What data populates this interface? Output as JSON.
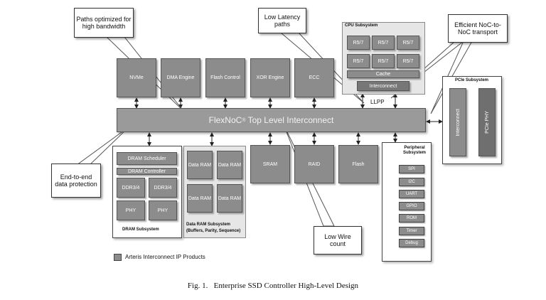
{
  "callouts": {
    "paths": "Paths optimized for high bandwidth",
    "low_latency": "Low Latency paths",
    "noc": "Efficient NoC-to-NoC transport",
    "e2e": "End-to-end data protection",
    "low_wire": "Low Wire count"
  },
  "top_blocks": [
    "NVMe",
    "DMA Engine",
    "Flash Control",
    "XOR Engine",
    "ECC"
  ],
  "cpu": {
    "title": "CPU Subsystem",
    "cores": [
      "R5/7",
      "R5/7",
      "R5/7",
      "R5/7",
      "R5/7",
      "R5/7"
    ],
    "cache": "Cache",
    "interconnect": "Interconnect",
    "llpp": "LLPP"
  },
  "pcie": {
    "title": "PCIe Subsystem",
    "interconnect": "Interconnect",
    "phy": "PCIe PHY"
  },
  "flexnoc": {
    "name": "FlexNoC",
    "mark": "®",
    "suffix": " Top Level Interconnect"
  },
  "dram": {
    "scheduler": "DRAM Scheduler",
    "controller": "DRAM Controller",
    "ddr": [
      "DDR3/4",
      "DDR3/4"
    ],
    "phy": [
      "PHY",
      "PHY"
    ],
    "title": "DRAM Subsystem"
  },
  "data_ram": {
    "cells": [
      "Data RAM",
      "Data RAM",
      "Data RAM",
      "Data RAM"
    ],
    "title": "Data RAM Subsystem",
    "subtitle": "(Buffers, Parity, Sequence)"
  },
  "bottom_blocks": [
    "SRAM",
    "RAID",
    "Flash"
  ],
  "peripheral": {
    "title": "Peripheral Subsystem",
    "items": [
      "SPI",
      "I2C",
      "UART",
      "GPIO",
      "ROM",
      "Timer",
      "Debug"
    ]
  },
  "legend": "Arteris Interconnect IP Products",
  "caption": "Fig. 1.   Enterprise SSD Controller High-Level Design"
}
